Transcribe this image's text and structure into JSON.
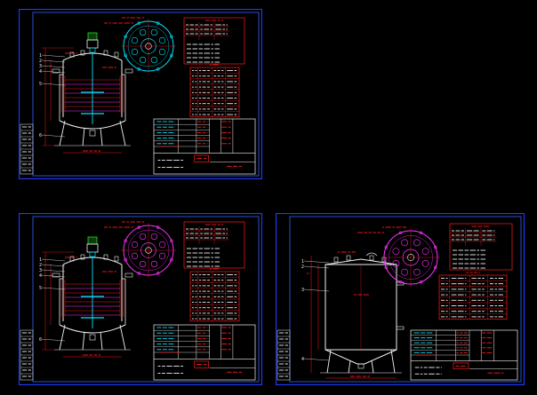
{
  "canvas": {
    "background": "#000000"
  },
  "palette": {
    "frame": "#1e3cff",
    "frame_inner": "#3264ff",
    "cyan": "#00e5ff",
    "red": "#ff1a1a",
    "magenta": "#ff33ff",
    "white": "#f0f0f0",
    "green": "#22dd22",
    "yellow": "#e8e800"
  },
  "sheets": [
    {
      "id": "sheet-top-left",
      "variant": "jacketed-agitator",
      "balloon_labels": [
        "1",
        "2",
        "3",
        "4",
        "5",
        "6"
      ],
      "plan_view_color": "#00e5ff"
    },
    {
      "id": "sheet-bottom-left",
      "variant": "jacketed-agitator",
      "balloon_labels": [
        "1",
        "2",
        "3",
        "4",
        "5",
        "6"
      ],
      "plan_view_color": "#ff33ff"
    },
    {
      "id": "sheet-bottom-right",
      "variant": "storage-tank",
      "balloon_labels": [
        "1",
        "2",
        "3",
        "4"
      ],
      "plan_view_color": "#ff33ff"
    }
  ]
}
